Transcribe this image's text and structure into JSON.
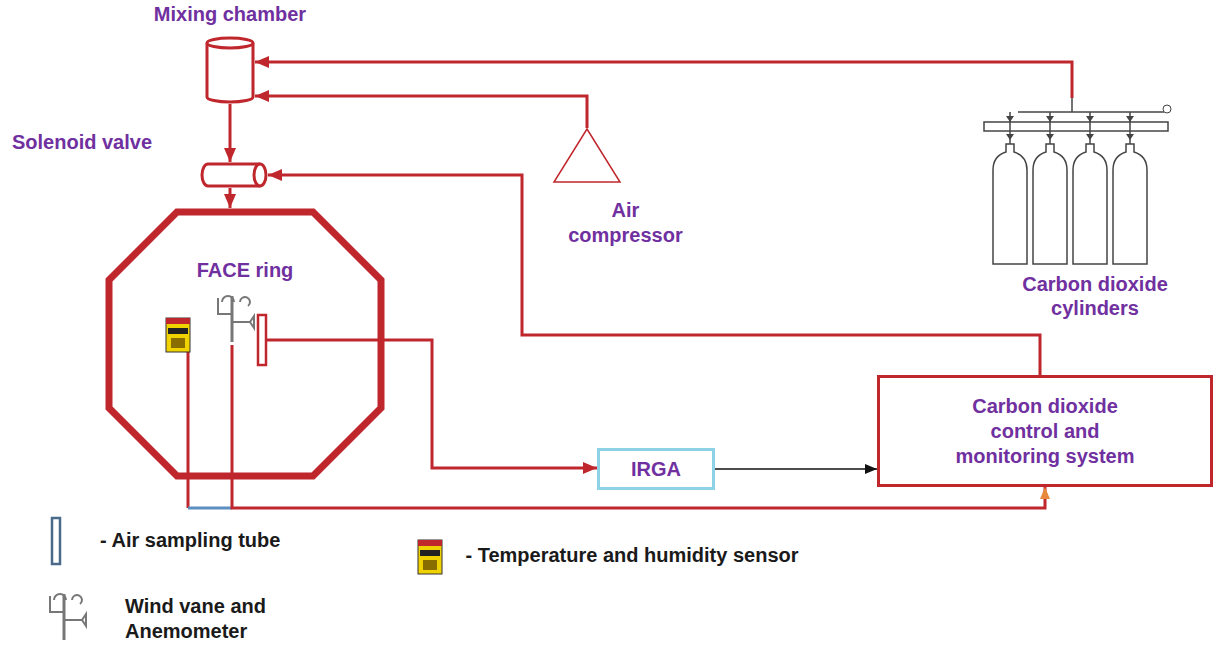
{
  "diagram": {
    "nodes": [
      {
        "text": [
          "Mixing chamber"
        ]
      },
      {
        "text": [
          "Solenoid valve"
        ]
      },
      {
        "text": [
          "FACE ring"
        ]
      },
      {
        "text": [
          "Air compressor"
        ]
      },
      {
        "text": [
          "Carbon dioxide cylinders"
        ]
      },
      {
        "text": [
          "IRGA"
        ]
      },
      {
        "text": [
          "Carbon dioxide control and monitoring system"
        ]
      }
    ],
    "edges": [
      {
        "from": 4,
        "to": 0,
        "arrow": "to"
      },
      {
        "from": 3,
        "to": 0,
        "arrow": "to"
      },
      {
        "from": 0,
        "to": 1,
        "arrow": "to"
      },
      {
        "from": 1,
        "to": 2,
        "arrow": "to"
      },
      {
        "from": 6,
        "to": 1,
        "arrow": "to"
      },
      {
        "from": 2,
        "to": 5,
        "arrow": "to"
      },
      {
        "from": 5,
        "to": 6,
        "arrow": "to"
      },
      {
        "from": 2,
        "to": 6,
        "arrow": "to"
      }
    ],
    "legend": [
      {
        "text": "- Air sampling tube"
      },
      {
        "text": "- Temperature and humidity sensor"
      },
      {
        "text": "Wind vane and Anemometer"
      }
    ]
  }
}
